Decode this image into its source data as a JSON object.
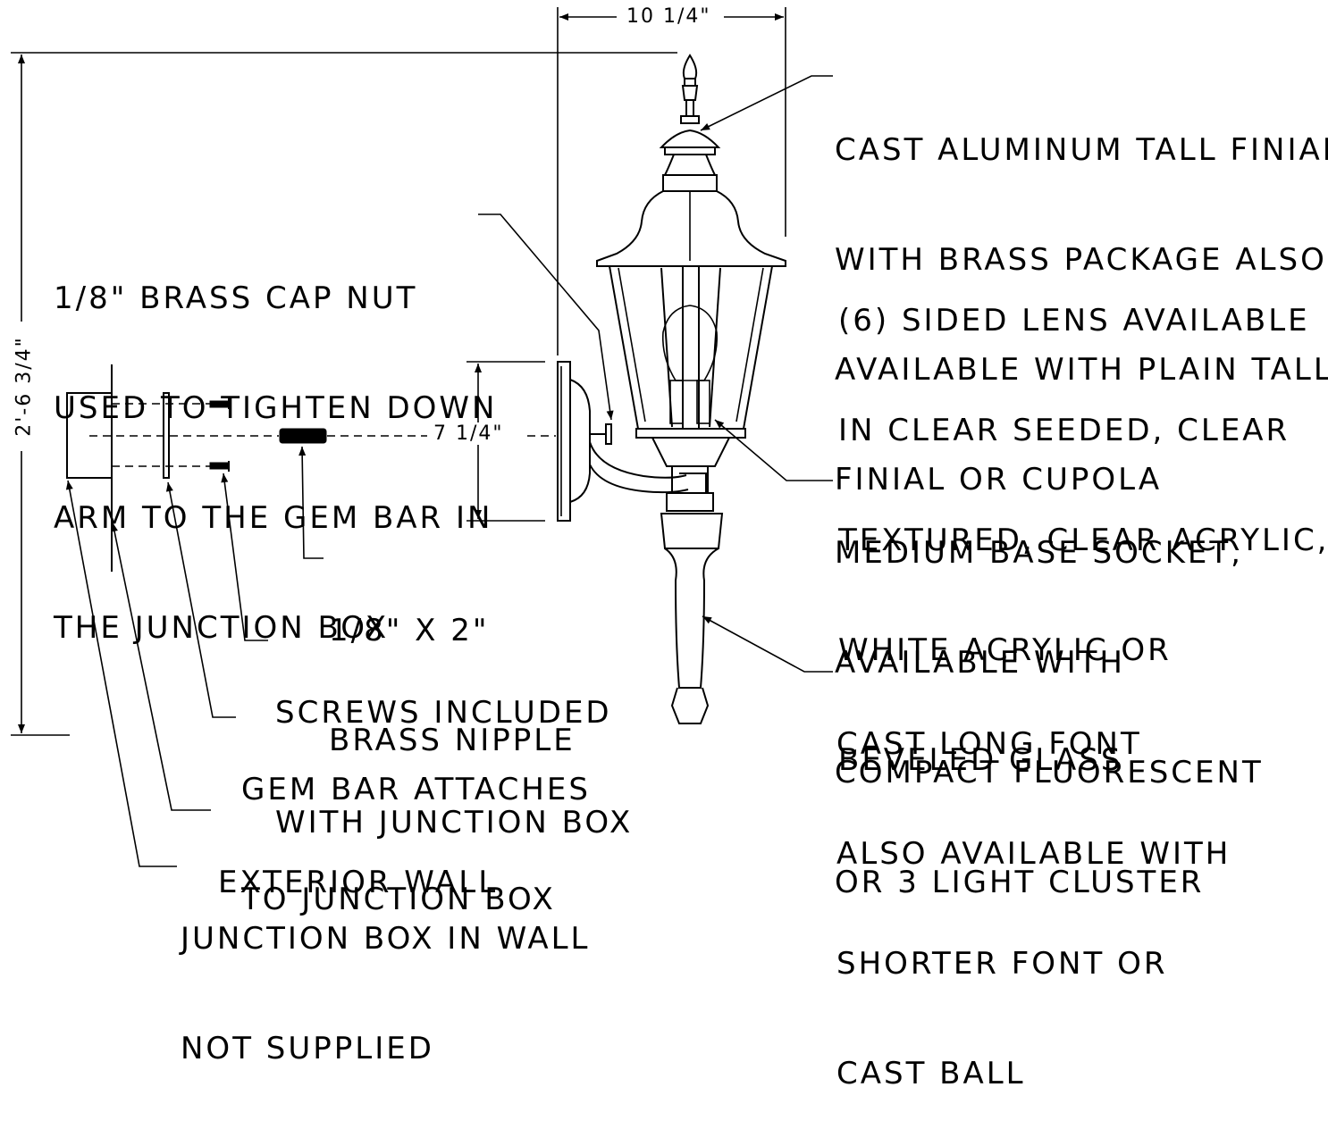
{
  "dimensions": {
    "width": "10 1/4\"",
    "height": "2'-6 3/4\"",
    "extension": "7 1/4\""
  },
  "callouts": {
    "finial": [
      "CAST ALUMINUM TALL FINIAL",
      "WITH BRASS PACKAGE ALSO",
      "AVAILABLE WITH PLAIN TALL",
      "FINIAL OR CUPOLA"
    ],
    "lens": [
      "(6) SIDED LENS AVAILABLE",
      "IN CLEAR SEEDED, CLEAR",
      "TEXTURED, CLEAR ACRYLIC,",
      "WHITE ACRYLIC OR",
      "BEVELED GLASS"
    ],
    "cap_nut": [
      "1/8\" BRASS CAP NUT",
      "USED TO TIGHTEN DOWN",
      "ARM TO THE GEM BAR IN",
      "THE JUNCTION BOX"
    ],
    "socket": [
      "MEDIUM BASE SOCKET,",
      "AVAILABLE WITH",
      "COMPACT FLUORESCENT",
      "OR 3 LIGHT CLUSTER"
    ],
    "font": [
      "CAST LONG FONT",
      "ALSO AVAILABLE WITH",
      "SHORTER FONT OR",
      "CAST BALL"
    ],
    "nipple": [
      "1/8\" X 2\"",
      "BRASS NIPPLE"
    ],
    "screws": [
      "SCREWS INCLUDED",
      "WITH JUNCTION BOX"
    ],
    "gem_bar": [
      "GEM BAR ATTACHES",
      "TO JUNCTION BOX"
    ],
    "wall": [
      "EXTERIOR WALL"
    ],
    "junction_box": [
      "JUNCTION BOX IN WALL",
      "NOT SUPPLIED"
    ]
  }
}
